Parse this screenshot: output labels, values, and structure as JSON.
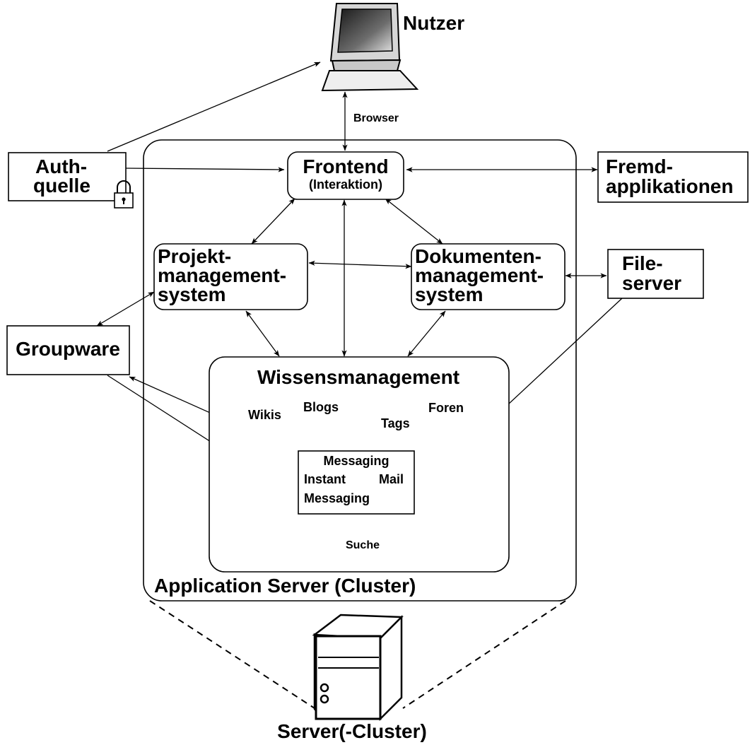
{
  "user": {
    "label": "Nutzer"
  },
  "browser": {
    "label": "Browser"
  },
  "auth": {
    "line1": "Auth-",
    "line2": "quelle"
  },
  "frontend": {
    "title": "Frontend",
    "subtitle": "(Interaktion)"
  },
  "external_apps": {
    "line1": "Fremd-",
    "line2": "applikationen"
  },
  "project_mgmt": {
    "line1": "Projekt-",
    "line2": "management-",
    "line3": "system"
  },
  "document_mgmt": {
    "line1": "Dokumenten-",
    "line2": "management-",
    "line3": "system"
  },
  "fileserver": {
    "line1": "File-",
    "line2": "server"
  },
  "groupware": {
    "label": "Groupware"
  },
  "knowledge": {
    "title": "Wissensmanagement",
    "wikis": "Wikis",
    "blogs": "Blogs",
    "tags": "Tags",
    "foren": "Foren"
  },
  "messaging": {
    "title": "Messaging",
    "instant": "Instant",
    "mail": "Mail",
    "messaging2": "Messaging"
  },
  "search": {
    "label": "Suche"
  },
  "app_server": {
    "label": "Application Server (Cluster)"
  },
  "server": {
    "label": "Server(-Cluster)"
  },
  "icons": {
    "user": "computer-monitor-icon",
    "auth": "padlock-icon",
    "server": "server-tower-icon"
  }
}
